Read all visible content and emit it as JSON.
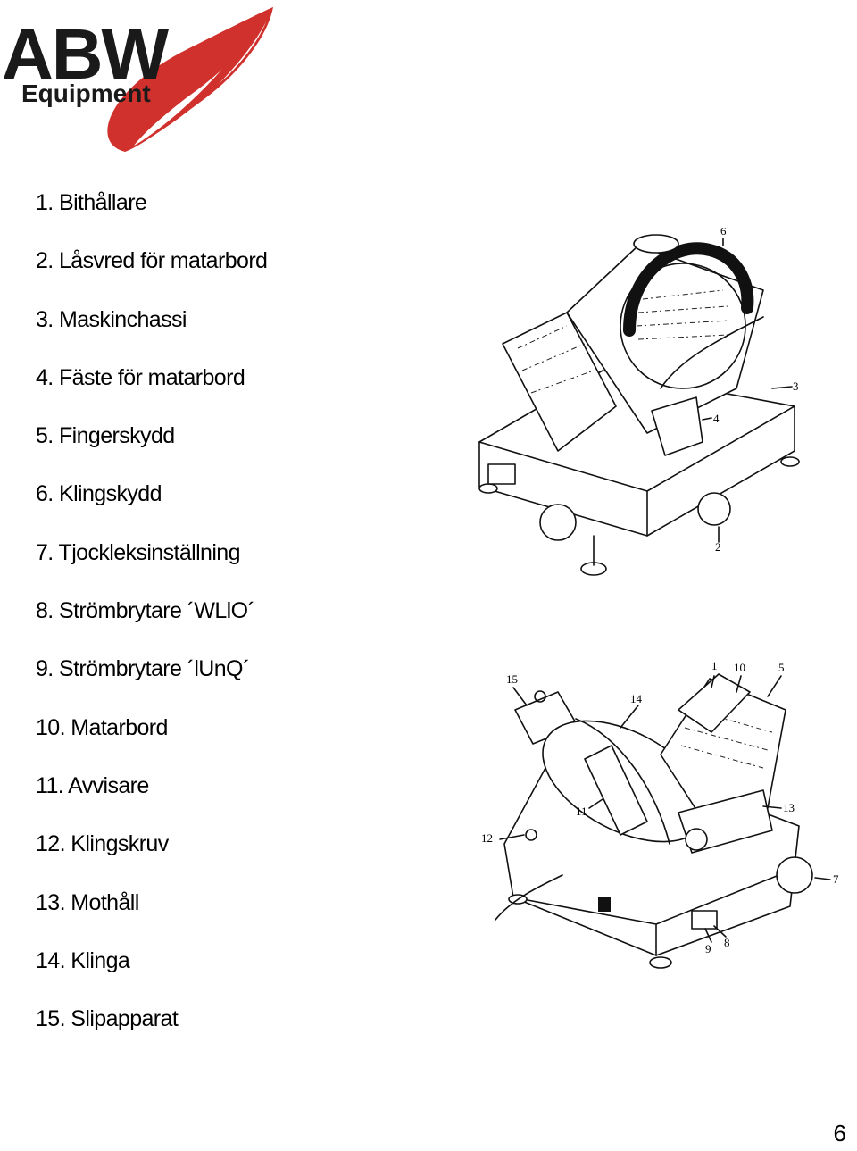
{
  "logo": {
    "brand": "ABW",
    "subtitle": "Equipment",
    "colors": {
      "text": "#1a1a1a",
      "swoosh": "#d0312d"
    }
  },
  "parts": [
    "1. Bithållare",
    "2. Låsvred för matarbord",
    "3. Maskinchassi",
    "4. Fäste för matarbord",
    "5. Fingerskydd",
    "6. Klingskydd",
    "7. Tjockleksinställning",
    "8. Strömbrytare ´WLlO´",
    "9. Strömbrytare ´lUnQ´",
    "10. Matarbord",
    "11. Avvisare",
    "12. Klingskruv",
    "13. Mothåll",
    "14. Klinga",
    "15. Slipapparat"
  ],
  "figure_top": {
    "callouts": {
      "c6": "6",
      "c3": "3",
      "c4": "4",
      "c2": "2"
    }
  },
  "figure_bottom": {
    "callouts": {
      "c15": "15",
      "c14": "14",
      "c1": "1",
      "c10": "10",
      "c5": "5",
      "c11": "11",
      "c13": "13",
      "c12": "12",
      "c7": "7",
      "c9": "9",
      "c8": "8"
    }
  },
  "page_number": "6"
}
